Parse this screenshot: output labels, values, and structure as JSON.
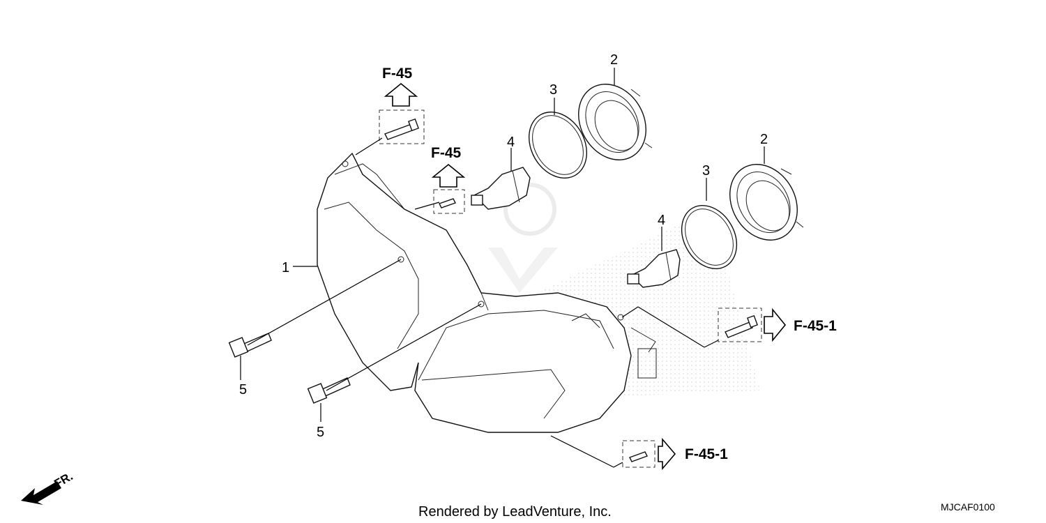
{
  "diagram": {
    "callouts": {
      "p1": "1",
      "p2a": "2",
      "p2b": "2",
      "p3a": "3",
      "p3b": "3",
      "p4a": "4",
      "p4b": "4",
      "p5a": "5",
      "p5b": "5"
    },
    "references": {
      "top_a": "F-45",
      "top_b": "F-45",
      "right_a": "F-45-1",
      "right_b": "F-45-1"
    },
    "front_indicator": "FR.",
    "footer": "Rendered by LeadVenture, Inc.",
    "diagram_code": "MJCAF0100"
  }
}
